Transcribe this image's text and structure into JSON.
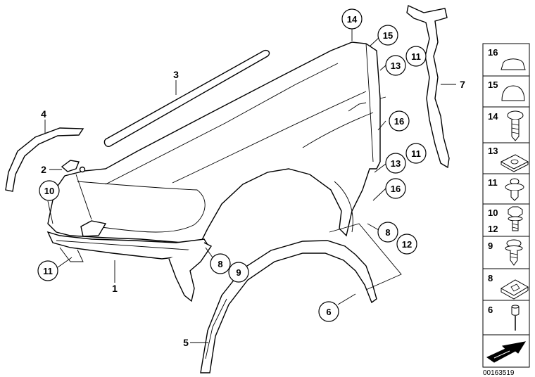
{
  "callouts": [
    {
      "id": "c14",
      "label": "14"
    },
    {
      "id": "c15",
      "label": "15"
    },
    {
      "id": "c13a",
      "label": "13"
    },
    {
      "id": "c11a",
      "label": "11"
    },
    {
      "id": "c16a",
      "label": "16"
    },
    {
      "id": "c13b",
      "label": "13"
    },
    {
      "id": "c11b",
      "label": "11"
    },
    {
      "id": "c16b",
      "label": "16"
    },
    {
      "id": "c10",
      "label": "10"
    },
    {
      "id": "c11c",
      "label": "11"
    },
    {
      "id": "c8a",
      "label": "8"
    },
    {
      "id": "c9",
      "label": "9"
    },
    {
      "id": "c8b",
      "label": "8"
    },
    {
      "id": "c12",
      "label": "12"
    },
    {
      "id": "c6",
      "label": "6"
    }
  ],
  "labels": {
    "l1": "1",
    "l2": "2",
    "l3": "3",
    "l4": "4",
    "l5": "5",
    "l7": "7"
  },
  "parts_panel": [
    {
      "label": "16",
      "icon": "cap-dome-flat-icon"
    },
    {
      "label": "15",
      "icon": "cap-dome-icon"
    },
    {
      "label": "14",
      "icon": "torx-screw-icon"
    },
    {
      "label": "13",
      "icon": "clip-nut-icon"
    },
    {
      "label": "11",
      "icon": "expanding-rivet-icon"
    },
    {
      "label": "10",
      "label2": "12",
      "icon": "hex-bolt-icon"
    },
    {
      "label": "9",
      "icon": "self-tapping-screw-icon"
    },
    {
      "label": "8",
      "icon": "spring-nut-icon"
    },
    {
      "label": "6",
      "icon": "blind-rivet-icon"
    }
  ],
  "panel_footer_icon": "arrow-direction-icon",
  "doc_id": "00163519"
}
